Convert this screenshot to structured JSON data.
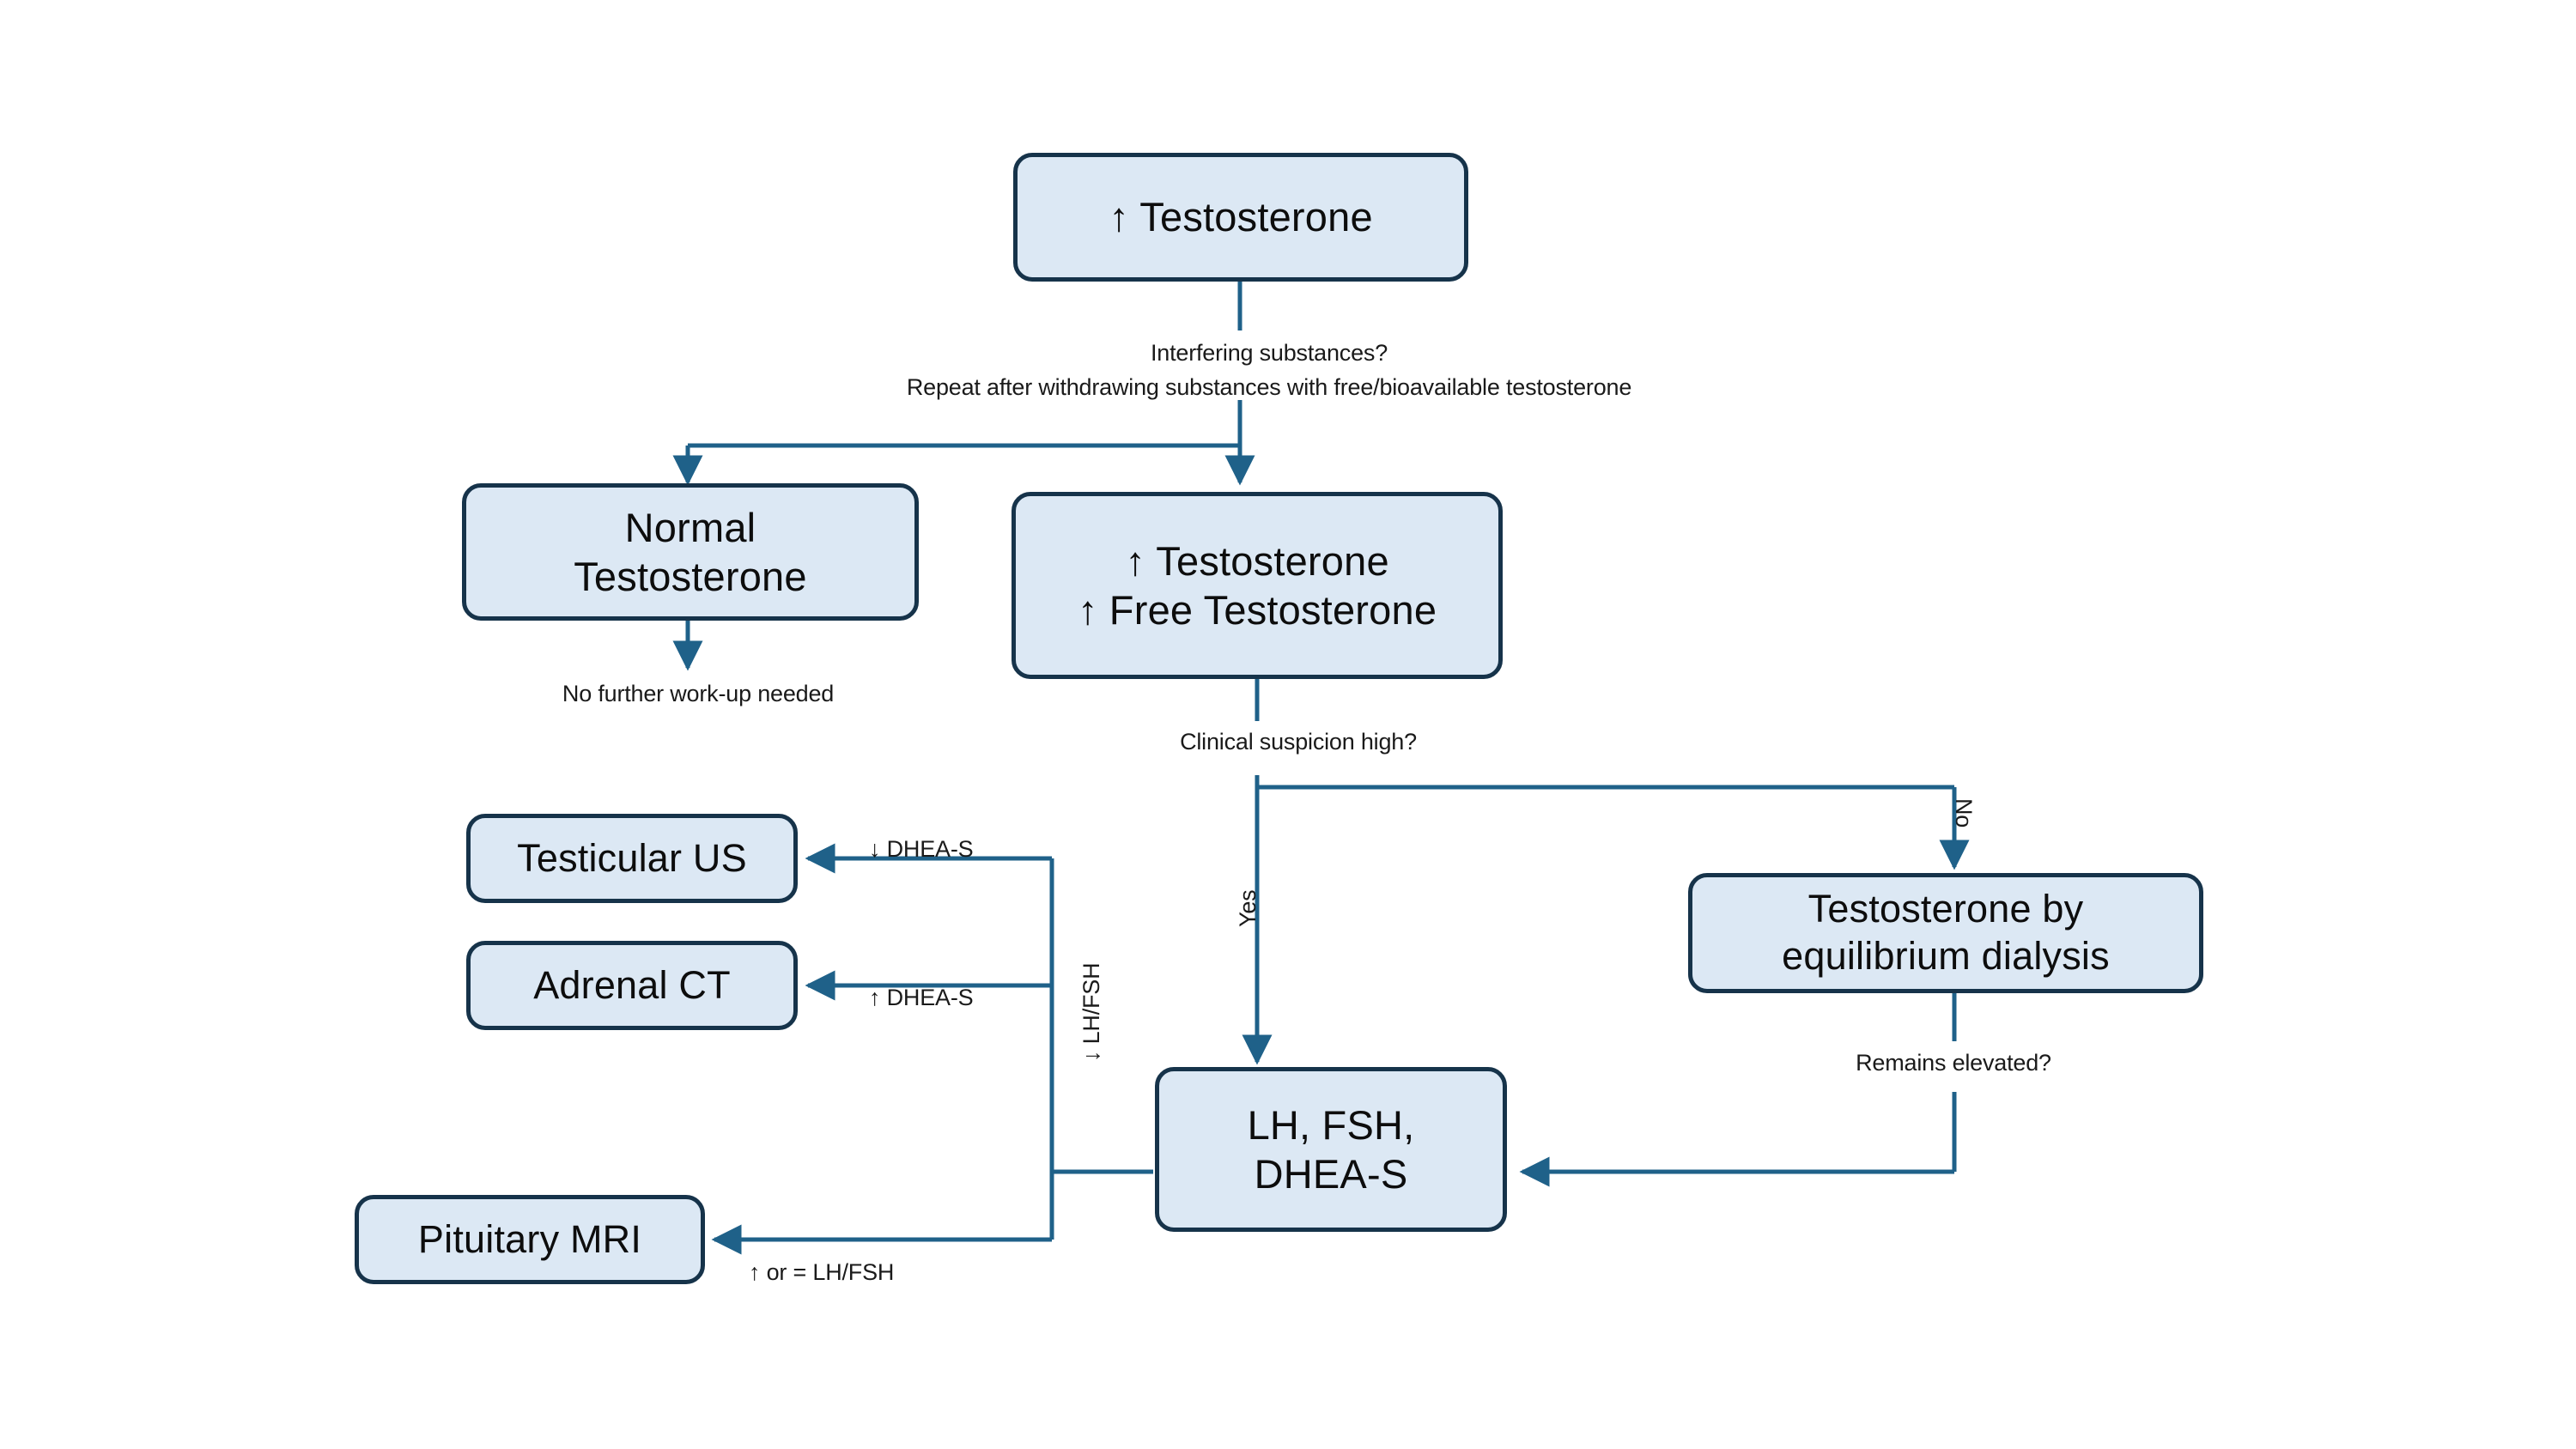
{
  "diagram": {
    "title": "Elevated Testosterone Diagnostic Workup",
    "colors": {
      "node_fill": "#dce8f4",
      "node_border": "#16334a",
      "edge": "#1f6189",
      "text": "#0d0d0d",
      "background": "#ffffff"
    }
  },
  "nodes": {
    "testosterone_high": "↑ Testosterone",
    "normal_testosterone": "Normal\nTestosterone",
    "testosterone_free_high": "↑ Testosterone\n↑ Free Testosterone",
    "testicular_us": "Testicular US",
    "adrenal_ct": "Adrenal CT",
    "pituitary_mri": "Pituitary MRI",
    "lh_fsh_dheas": "LH, FSH,\nDHEA-S",
    "equilibrium_dialysis": "Testosterone by\nequilibrium dialysis"
  },
  "edge_labels": {
    "interfering_substances": "Interfering substances?",
    "repeat_after_withdrawing": "Repeat after withdrawing substances with free/bioavailable testosterone",
    "no_further_workup": "No further work-up needed",
    "clinical_suspicion": "Clinical suspicion high?",
    "yes": "Yes",
    "no": "No",
    "dheas_low": "↓ DHEA-S",
    "dheas_high": "↑ DHEA-S",
    "lh_fsh_low": "↓ LH/FSH",
    "lh_fsh_high_or_normal": "↑ or = LH/FSH",
    "remains_elevated": "Remains elevated?"
  }
}
